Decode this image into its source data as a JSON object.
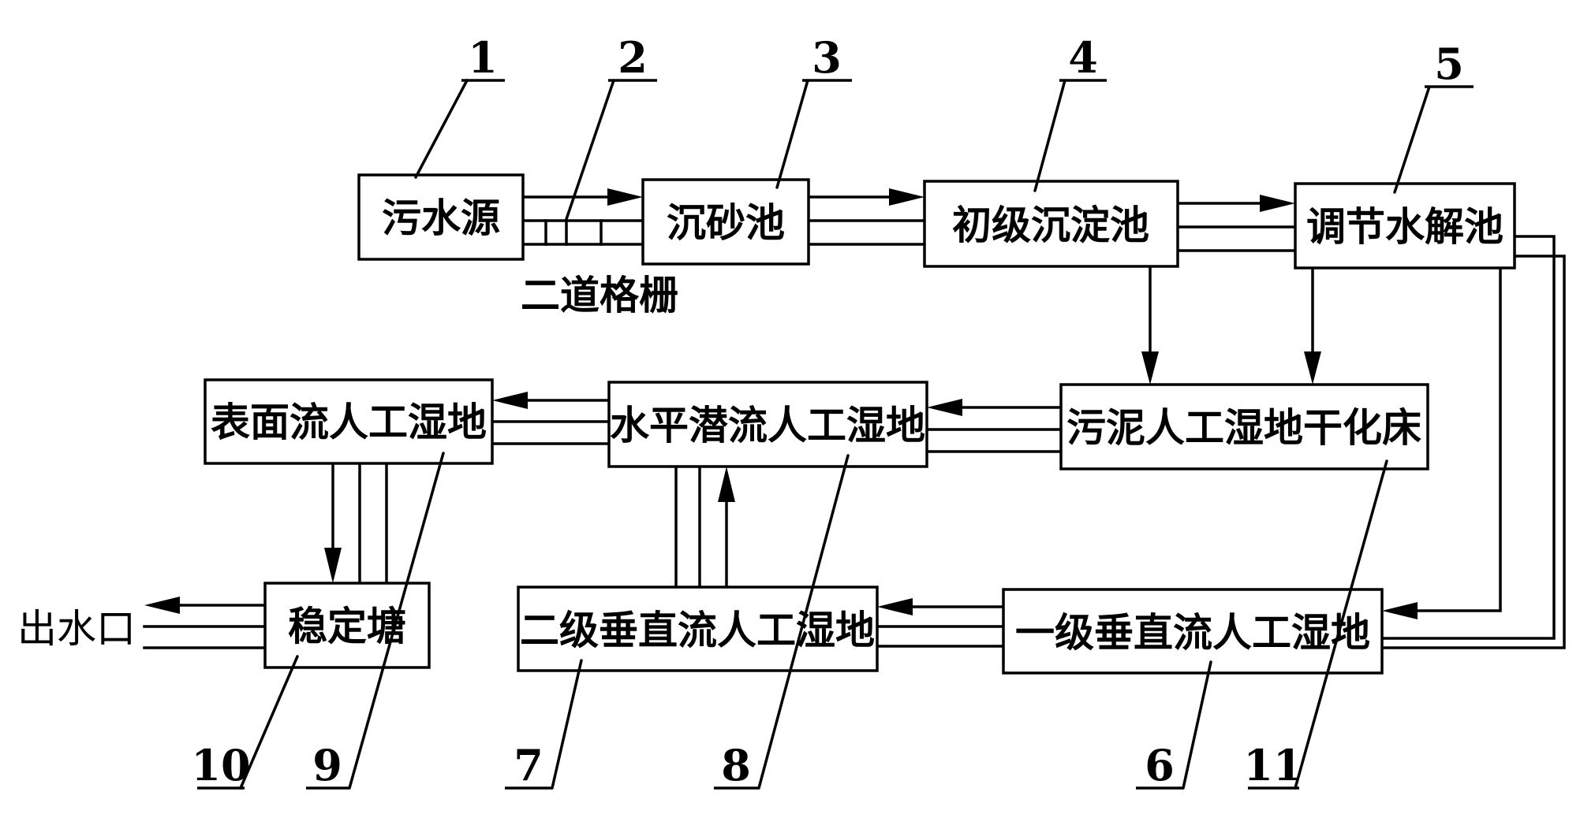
{
  "nodes": {
    "n1": "污水源",
    "n3": "沉砂池",
    "n4": "初级沉淀池",
    "n5": "调节水解池",
    "n6": "一级垂直流人工湿地",
    "n7": "二级垂直流人工湿地",
    "n8": "水平潜流人工湿地",
    "n9": "表面流人工湿地",
    "n10": "稳定塘",
    "n11": "污泥人工湿地干化床"
  },
  "screen_label": "二道格栅",
  "outlet_label": "出水口",
  "callouts": {
    "c1": "1",
    "c2": "2",
    "c3": "3",
    "c4": "4",
    "c5": "5",
    "c6": "6",
    "c7": "7",
    "c8": "8",
    "c9": "9",
    "c10": "10",
    "c11": "11"
  }
}
